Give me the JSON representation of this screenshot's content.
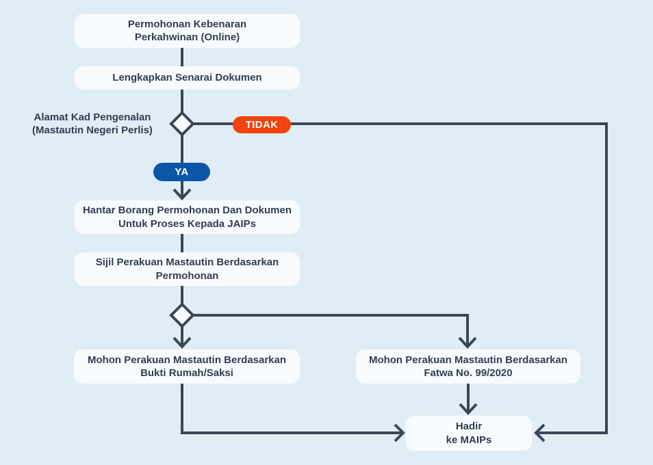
{
  "colors": {
    "bg": "#e0edf5",
    "node-bg": "#f8fbfe",
    "line": "#3b4657",
    "text": "#313d51",
    "tidak-bg": "#f4430d",
    "ya-bg": "#0b56a6",
    "pill-text": "#ffffff"
  },
  "flowchart": {
    "nodes": {
      "start": {
        "line1": "Permohonan Kebenaran",
        "line2": "Perkahwinan (Online)"
      },
      "dokumen": {
        "line1": "Lengkapkan Senarai Dokumen"
      },
      "hantar": {
        "line1": "Hantar Borang Permohonan Dan Dokumen",
        "line2": "Untuk Proses Kepada JAIPs"
      },
      "sijil": {
        "line1": "Sijil Perakuan Mastautin Berdasarkan",
        "line2": "Permohonan"
      },
      "bukti": {
        "line1": "Mohon Perakuan Mastautin Berdasarkan",
        "line2": "Bukti Rumah/Saksi"
      },
      "fatwa": {
        "line1": "Mohon Perakuan Mastautin Berdasarkan",
        "line2": "Fatwa No. 99/2020"
      },
      "hadir": {
        "line1": "Hadir",
        "line2": "ke MAIPs"
      }
    },
    "decision1": {
      "label_line1": "Alamat Kad Pengenalan",
      "label_line2": "(Mastautin Negeri Perlis)"
    },
    "branches": {
      "no": "TIDAK",
      "yes": "YA"
    }
  }
}
